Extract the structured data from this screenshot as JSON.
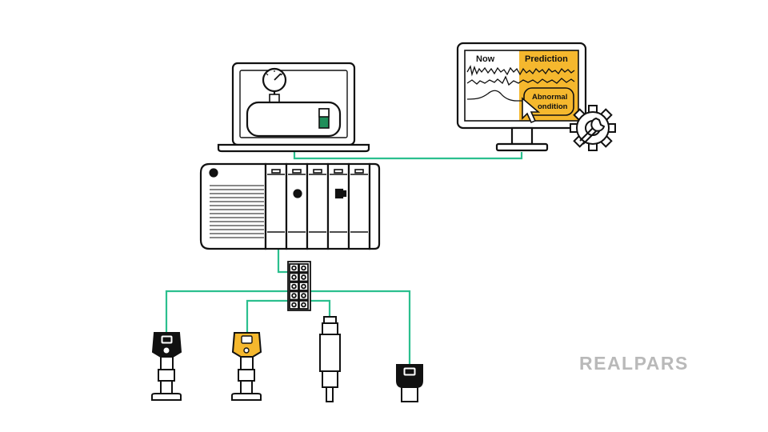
{
  "monitor": {
    "now_label": "Now",
    "prediction_label": "Prediction",
    "abnormal_line1": "Abnormal",
    "abnormal_line2": "ondition"
  },
  "brand": {
    "logo_text": "REALPARS"
  },
  "colors": {
    "network": "#2bbf8e",
    "accent": "#f5b82e",
    "stroke": "#111111",
    "logo": "#b9b9b9",
    "indicator": "#1f8f5a"
  },
  "icons": {
    "gauge": "pressure-gauge-icon",
    "gear": "gear-wrench-icon",
    "cursor": "mouse-cursor-icon"
  }
}
